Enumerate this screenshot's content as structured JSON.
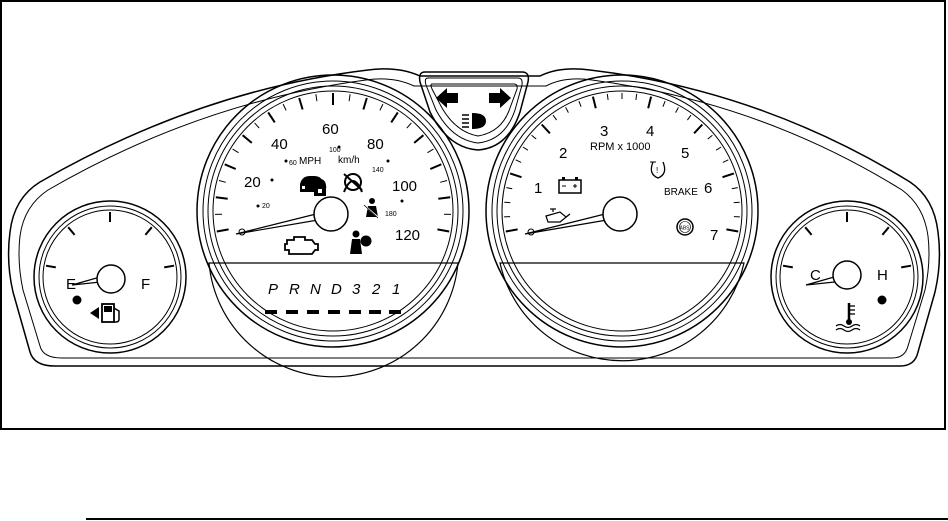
{
  "speedometer": {
    "mph_labels": [
      "20",
      "40",
      "60",
      "80",
      "100",
      "120"
    ],
    "kmh_labels": [
      "20",
      "60",
      "100",
      "140",
      "180"
    ],
    "mph_unit": "MPH",
    "kmh_unit": "km/h"
  },
  "tachometer": {
    "labels": [
      "1",
      "2",
      "3",
      "4",
      "5",
      "6",
      "7"
    ],
    "unit": "RPM x 1000",
    "brake_label": "BRAKE",
    "abs_label": "ABS"
  },
  "transmission": {
    "gears": [
      "P",
      "R",
      "N",
      "D",
      "3",
      "2",
      "1"
    ]
  },
  "fuel_gauge": {
    "empty_label": "E",
    "full_label": "F"
  },
  "temp_gauge": {
    "cold_label": "C",
    "hot_label": "H"
  },
  "icons": {
    "turn_left": "left-turn-arrow-icon",
    "turn_right": "right-turn-arrow-icon",
    "high_beam": "high-beam-icon",
    "security": "security-lock-icon",
    "traction_off": "traction-off-icon",
    "seatbelt": "seatbelt-reminder-icon",
    "airbag": "airbag-icon",
    "check_engine": "check-engine-icon",
    "battery": "battery-icon",
    "oil": "oil-pressure-icon",
    "tire_pressure": "tire-pressure-icon",
    "fuel_pump": "fuel-pump-icon",
    "coolant": "coolant-temperature-icon"
  }
}
